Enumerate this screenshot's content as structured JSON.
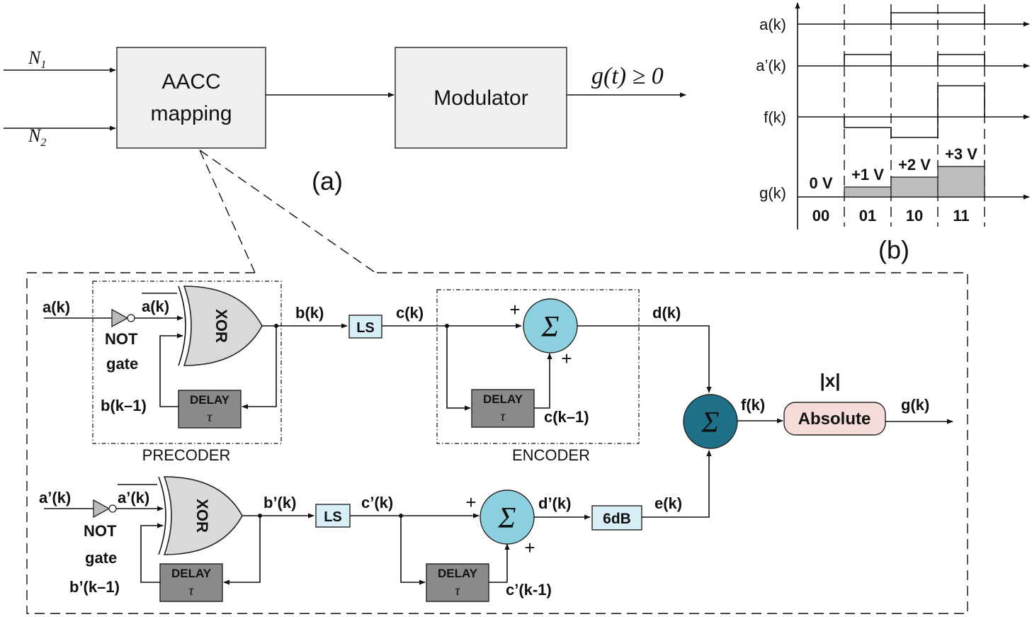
{
  "part_a": {
    "input_1": "N",
    "input_1_sub": "1",
    "input_2": "N",
    "input_2_sub": "2",
    "mapping_line1": "AACC",
    "mapping_line2": "mapping",
    "modulator": "Modulator",
    "output": "g(t) ≥ 0",
    "caption": "(a)"
  },
  "part_b": {
    "signal_labels": [
      "a(k)",
      "a’(k)",
      "f(k)",
      "g(k)"
    ],
    "level_labels": [
      "0 V",
      "+1 V",
      "+2 V",
      "+3 V"
    ],
    "symbol_labels": [
      "00",
      "01",
      "10",
      "11"
    ],
    "caption": "(b)"
  },
  "detail": {
    "top": {
      "input": "a(k)",
      "not_out": "a(k)",
      "not_label_1": "NOT",
      "not_label_2": "gate",
      "xor": "XOR",
      "precoder_out": "b(k)",
      "feedback": "b(k–1)",
      "delay": "DELAY",
      "tau": "τ",
      "ls": "LS",
      "ls_out": "c(k)",
      "encoder_delay_out": "c(k–1)",
      "sum_out": "d(k)",
      "precoder_label": "PRECODER",
      "encoder_label": "ENCODER"
    },
    "bottom": {
      "input": "a’(k)",
      "not_out": "a’(k)",
      "not_label_1": "NOT",
      "not_label_2": "gate",
      "xor": "XOR",
      "precoder_out": "b’(k)",
      "feedback": "b’(k–1)",
      "delay": "DELAY",
      "tau": "τ",
      "ls": "LS",
      "ls_out": "c’(k)",
      "encoder_delay_out": "c’(k-1)",
      "sum_out": "d’(k)",
      "gain": "6dB",
      "gain_out": "e(k)"
    },
    "plus": "+",
    "sigma": "Σ",
    "final_sum_out": "f(k)",
    "abs_symbol": "|x|",
    "absolute": "Absolute",
    "output": "g(k)"
  }
}
